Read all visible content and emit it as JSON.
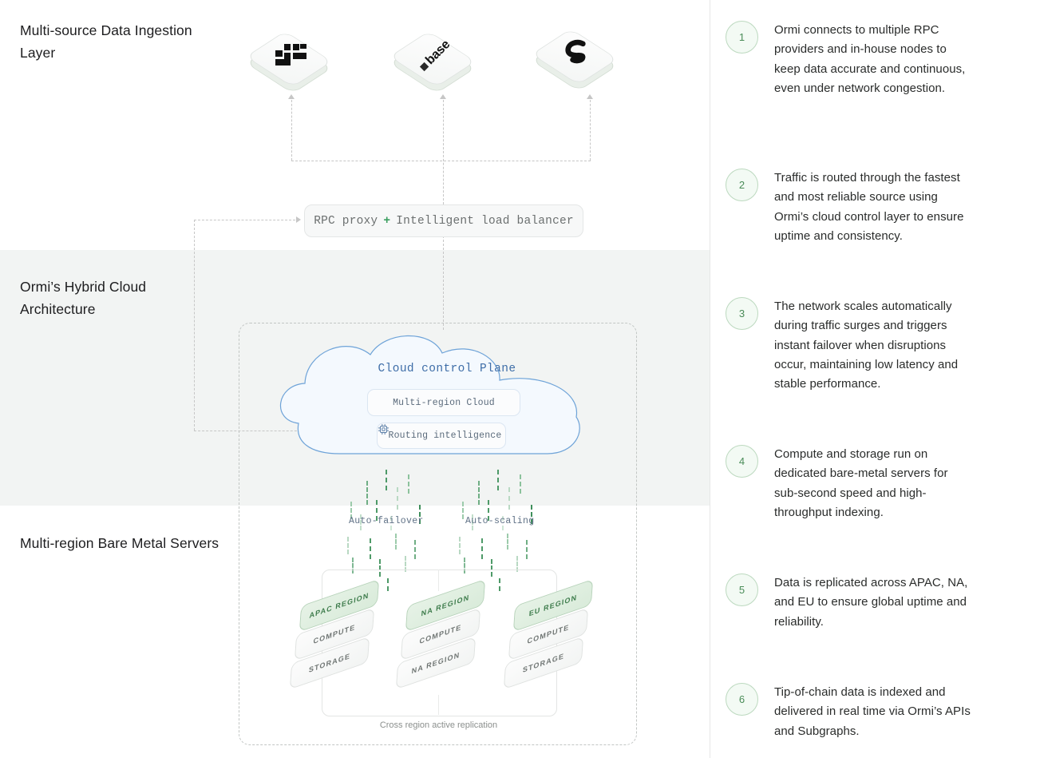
{
  "sections": [
    {
      "id": "ingestion",
      "label": "Multi-source Data Ingestion Layer"
    },
    {
      "id": "hybrid",
      "label": "Ormi’s Hybrid Cloud Architecture"
    },
    {
      "id": "baremetal",
      "label": "Multi-region Bare Metal Servers"
    }
  ],
  "chains": [
    {
      "name": "bnb-chain",
      "icon": "bnb-logo-icon"
    },
    {
      "name": "base-chain",
      "icon": "base-logo-icon",
      "wordmark": "base"
    },
    {
      "name": "sonic-chain",
      "icon": "sonic-logo-icon"
    }
  ],
  "rpc_pill": {
    "left_text": "RPC proxy",
    "plus": "+",
    "right_text": "Intelligent load balancer"
  },
  "cloud": {
    "title": "Cloud control Plane",
    "chips": [
      {
        "label": "Multi-region Cloud",
        "icon": null
      },
      {
        "label": "Routing intelligence",
        "icon": "cpu-chip-icon"
      }
    ]
  },
  "rain_labels": [
    {
      "label": "Auto-failover"
    },
    {
      "label": "Auto-scaling"
    }
  ],
  "regions": [
    {
      "name": "apac",
      "layers": [
        "APAC REGION",
        "COMPUTE",
        "STORAGE"
      ]
    },
    {
      "name": "na",
      "layers": [
        "NA REGION",
        "COMPUTE",
        "NA REGION"
      ]
    },
    {
      "name": "eu",
      "layers": [
        "EU REGION",
        "COMPUTE",
        "STORAGE"
      ]
    }
  ],
  "replication_caption": "Cross region active replication",
  "steps": [
    {
      "number": "1",
      "text": "Ormi connects to multiple RPC providers and in-house nodes to keep data accurate and continuous, even under network congestion."
    },
    {
      "number": "2",
      "text": "Traffic is routed through the fastest and most reliable source using Ormi’s cloud control layer to ensure uptime and consistency."
    },
    {
      "number": "3",
      "text": "The network scales automatically during traffic surges and triggers instant failover when disruptions occur, maintaining low latency and stable performance."
    },
    {
      "number": "4",
      "text": "Compute and storage run on dedicated bare-metal servers for sub-second speed and high-throughput indexing."
    },
    {
      "number": "5",
      "text": "Data is replicated across APAC, NA, and EU to ensure global uptime and reliability."
    },
    {
      "number": "6",
      "text": "Tip-of-chain data is indexed and delivered in real time via Ormi’s APIs and Subgraphs."
    }
  ],
  "colors": {
    "accent_green": "#3a9e5f",
    "cloud_blue": "#3f6ea8",
    "band_gray": "#f2f4f3",
    "region_green": "#3e7c4c"
  }
}
